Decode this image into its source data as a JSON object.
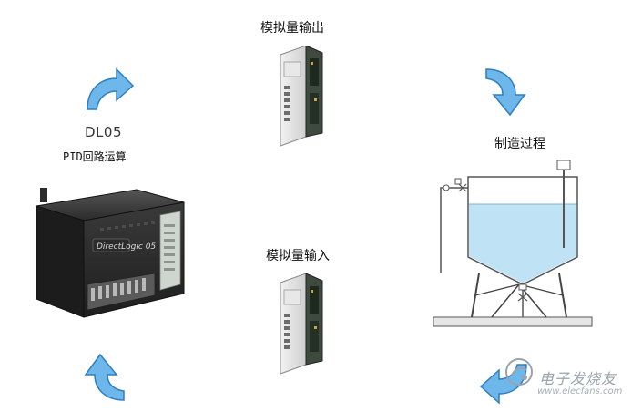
{
  "labels": {
    "analog_output": "模拟量输出",
    "analog_input": "模拟量输入",
    "process": "制造过程",
    "plc_model": "DL05",
    "pid_loop": "PID回路运算"
  },
  "device": {
    "brand_mark": "DirectLogic 05"
  },
  "watermark": {
    "name": "电子发烧友",
    "url": "www.elecfans.com"
  },
  "colors": {
    "arrow_fill": "#6eb7ea",
    "arrow_stroke": "#2f7fc0",
    "tank_liquid": "#bfe2f5",
    "plc_body": "#2b2b2b"
  }
}
